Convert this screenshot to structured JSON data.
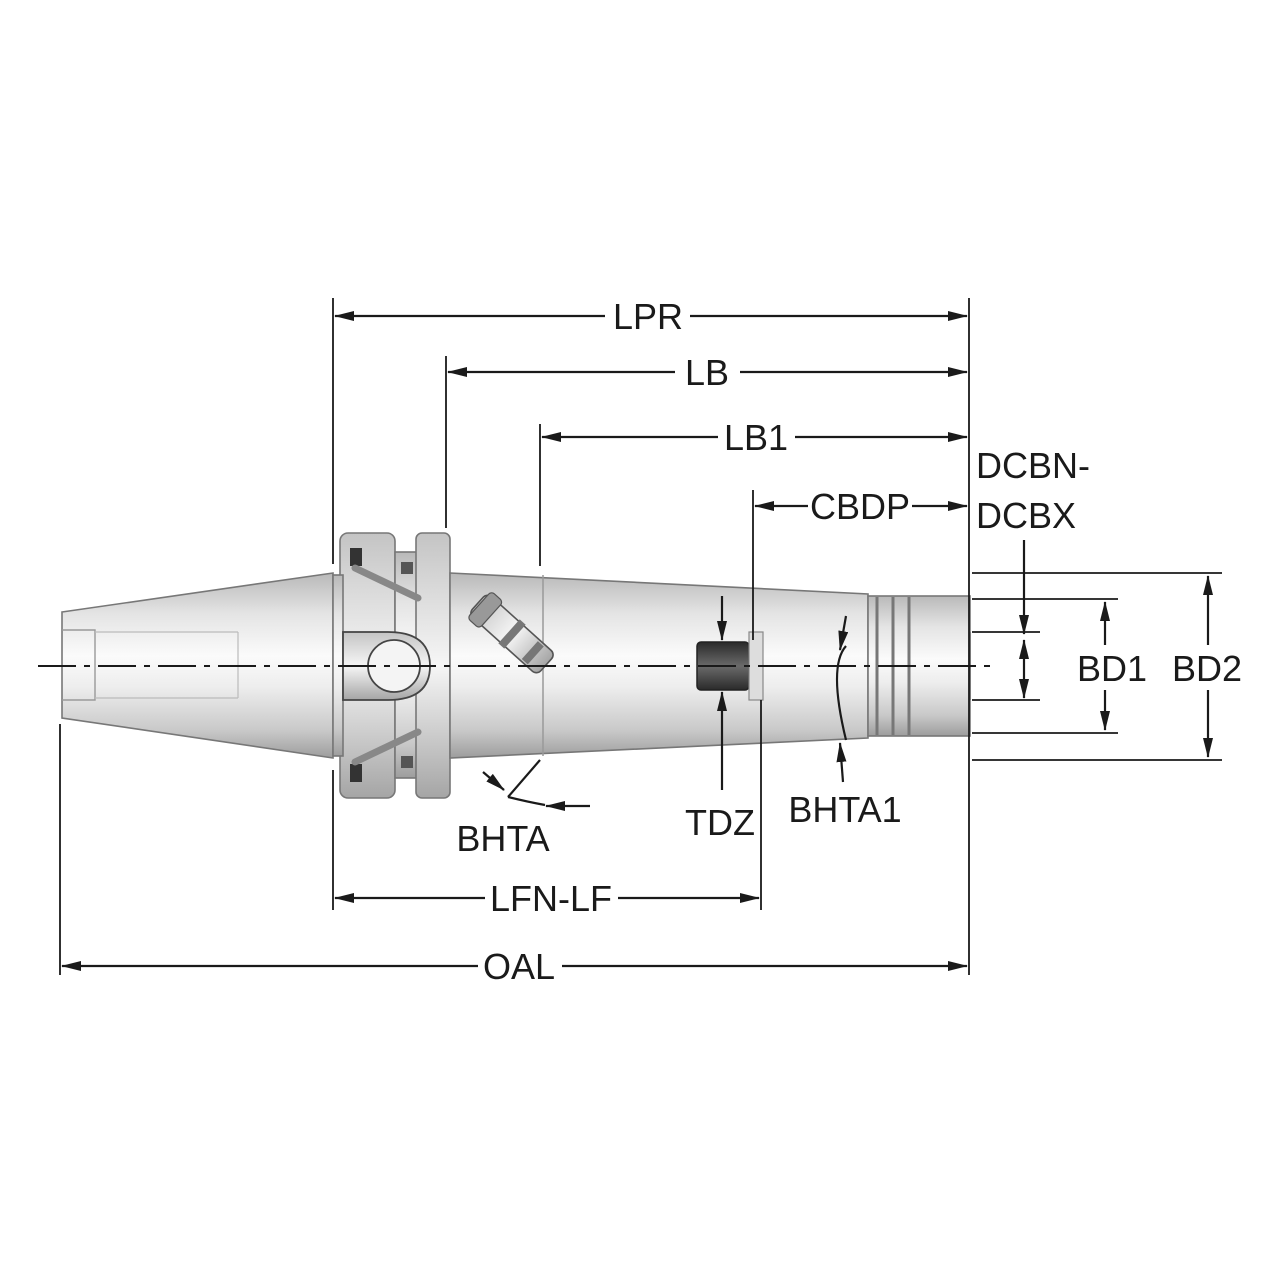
{
  "dimensions": {
    "lpr": "LPR",
    "lb": "LB",
    "lb1": "LB1",
    "cbdp": "CBDP",
    "dcbn": "DCBN-",
    "dcbx": "DCBX",
    "bd1": "BD1",
    "bd2": "BD2",
    "tdz": "TDZ",
    "bhta": "BHTA",
    "bhta1": "BHTA1",
    "lfn_lf": "LFN-LF",
    "oal": "OAL"
  },
  "colors": {
    "line": "#1a1a1a",
    "metal_light": "#f4f4f4",
    "metal_dark": "#a9a9a9"
  }
}
